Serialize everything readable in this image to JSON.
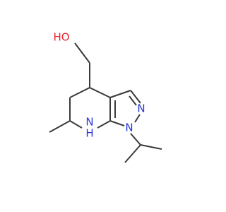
{
  "molecule": {
    "atoms": {
      "hydroxyl": "HO",
      "pyrazole_n2": "N",
      "pyrazole_n1": "N",
      "ring_nh": "N",
      "ring_nh_h": "H"
    },
    "colors": {
      "bond": "#3a3a3a",
      "oxygen": "#e8262f",
      "nitrogen": "#2a34d6"
    }
  }
}
